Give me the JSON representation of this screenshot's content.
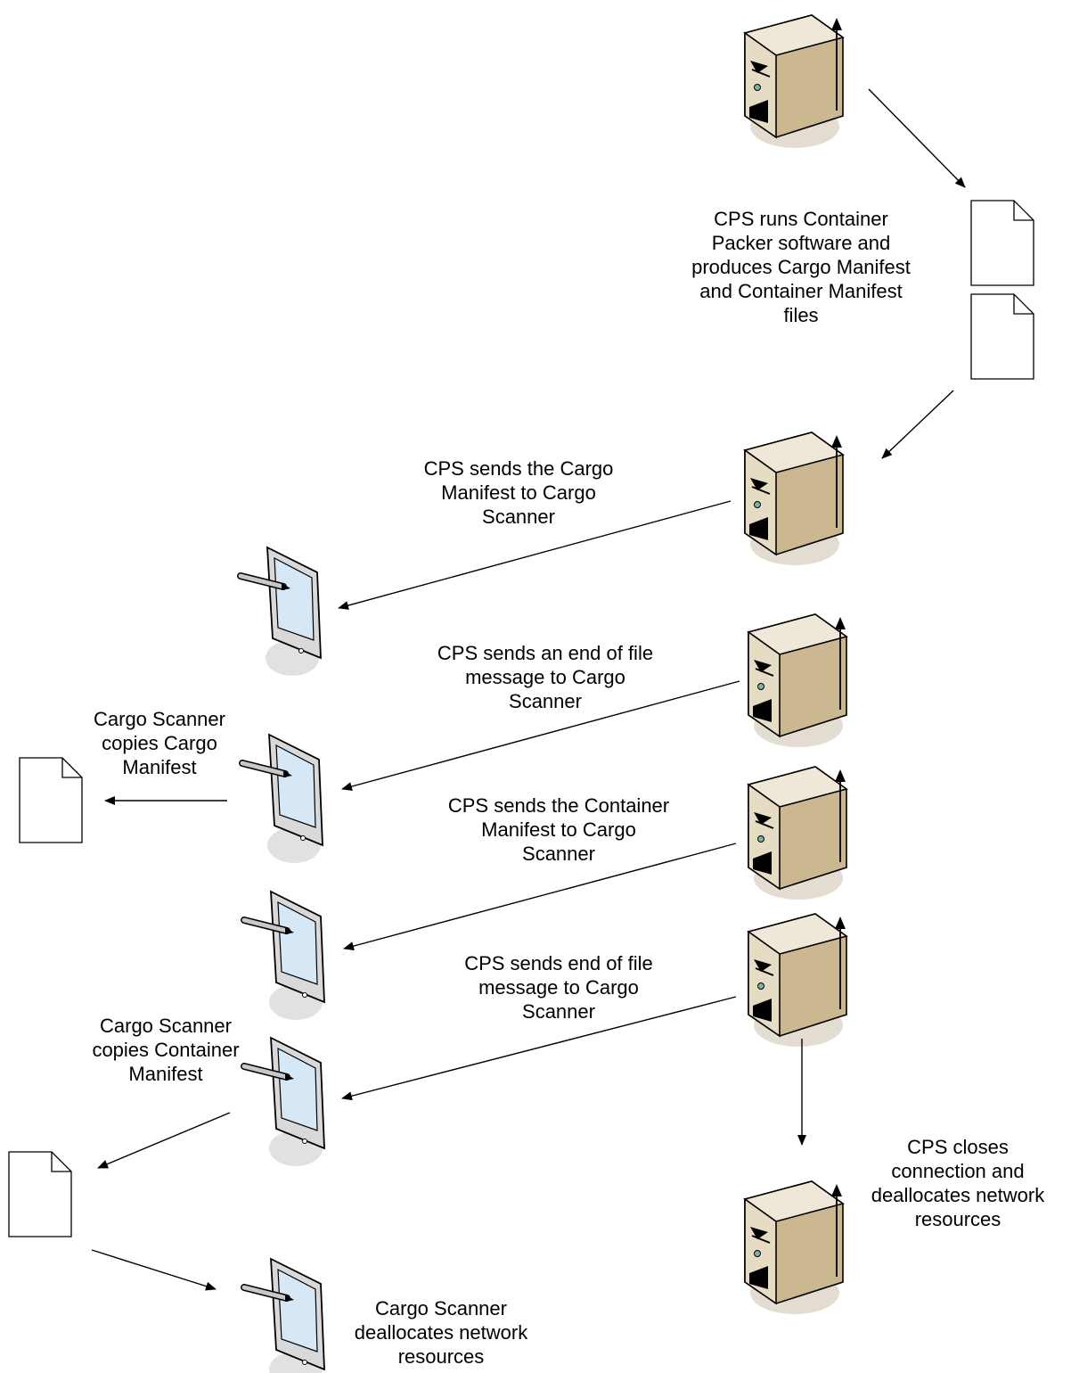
{
  "nodes": [
    {
      "id": "server-1",
      "kind": "server"
    },
    {
      "id": "server-2",
      "kind": "server"
    },
    {
      "id": "server-3",
      "kind": "server"
    },
    {
      "id": "server-4",
      "kind": "server"
    },
    {
      "id": "server-5",
      "kind": "server"
    },
    {
      "id": "server-6",
      "kind": "server"
    },
    {
      "id": "tablet-1",
      "kind": "tablet"
    },
    {
      "id": "tablet-2",
      "kind": "tablet"
    },
    {
      "id": "tablet-3",
      "kind": "tablet"
    },
    {
      "id": "tablet-4",
      "kind": "tablet"
    },
    {
      "id": "tablet-5",
      "kind": "tablet"
    },
    {
      "id": "document-1",
      "kind": "document"
    },
    {
      "id": "document-2",
      "kind": "document"
    },
    {
      "id": "document-3",
      "kind": "document"
    },
    {
      "id": "document-4",
      "kind": "document"
    }
  ],
  "labels": {
    "cps_produces": "CPS runs Container\nPacker software and\nproduces Cargo Manifest\nand Container Manifest\nfiles",
    "cps_sends_cargo_manifest": "CPS sends the Cargo\nManifest to Cargo\nScanner",
    "cps_sends_eof_1": "CPS sends an end of file\nmessage to Cargo\nScanner",
    "scanner_copies_cargo": "Cargo Scanner\ncopies Cargo\nManifest",
    "cps_sends_container_manifest": "CPS sends the Container\nManifest to Cargo\nScanner",
    "cps_sends_eof_2": "CPS sends end of file\nmessage to Cargo\nScanner",
    "scanner_copies_container": "Cargo Scanner\ncopies Container\nManifest",
    "cps_closes": "CPS closes\nconnection and\ndeallocates network\nresources",
    "scanner_deallocates": "Cargo Scanner\ndeallocates network\nresources"
  },
  "colors": {
    "server_front": "#e6dcc4",
    "server_side": "#cbb891",
    "server_top": "#efe8d8",
    "shadow": "#d7cfbd",
    "tablet_frame": "#d9d9d9",
    "tablet_screen": "#d6e8f5",
    "line": "#000000"
  }
}
